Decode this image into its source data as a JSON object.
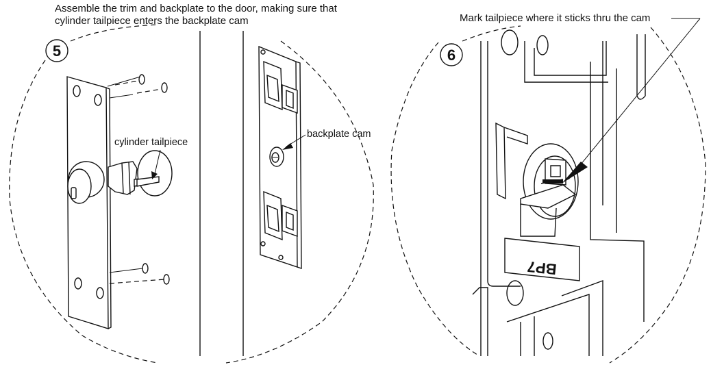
{
  "step5": {
    "number": "5",
    "instruction_line1": "Assemble the trim and backplate to the door, making sure that",
    "instruction_line2": "cylinder tailpiece enters the backplate cam",
    "label_tailpiece": "cylinder tailpiece",
    "label_cam": "backplate cam"
  },
  "step6": {
    "number": "6",
    "instruction": "Mark tailpiece where it sticks thru the cam",
    "plate_text": "BP7"
  }
}
